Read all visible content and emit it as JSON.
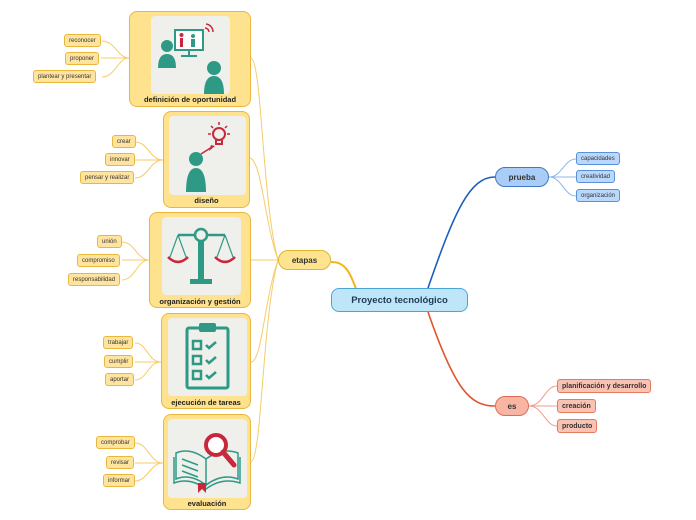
{
  "central": {
    "label": "Proyecto tecnológico"
  },
  "hubs": {
    "etapas": "etapas",
    "prueba": "prueba",
    "es": "es"
  },
  "stages": [
    {
      "title": "definición de oportunidad",
      "icon": "meeting-presentation-icon",
      "items": [
        "reconocer",
        "proponer",
        "plantear y presentar"
      ]
    },
    {
      "title": "diseño",
      "icon": "person-idea-bulb-icon",
      "items": [
        "crear",
        "innovar",
        "pensar y realizar"
      ]
    },
    {
      "title": "organización y gestión",
      "icon": "balance-scale-icon",
      "items": [
        "unión",
        "compromiso",
        "responsabilidad"
      ]
    },
    {
      "title": "ejecución de tareas",
      "icon": "checklist-clipboard-icon",
      "items": [
        "trabajar",
        "cumplir",
        "aportar"
      ]
    },
    {
      "title": "evaluación",
      "icon": "book-magnifier-icon",
      "items": [
        "comprobar",
        "revisar",
        "informar"
      ]
    }
  ],
  "prueba_items": [
    "capacidades",
    "creatividad",
    "organización"
  ],
  "es_items": [
    "planificación y desarrollo",
    "creación",
    "producto"
  ],
  "colors": {
    "teal": "#2e9a86",
    "red": "#c8283c",
    "yellow_branch": "#f2b417",
    "blue_branch": "#1a5fbd",
    "red_branch": "#e2532b"
  }
}
